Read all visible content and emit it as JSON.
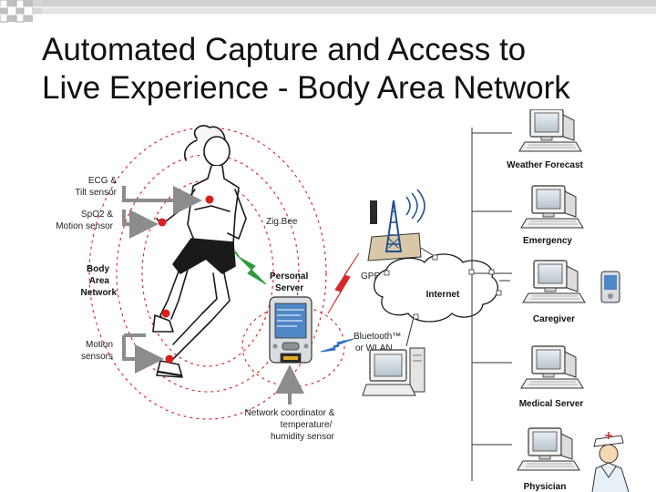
{
  "slide": {
    "title_line1": "Automated Capture and Access to",
    "title_line2": "Live Experience - Body Area Network"
  },
  "diagram": {
    "body_labels": {
      "ecg": [
        "ECG &",
        "Tilt sensor"
      ],
      "spo2": [
        "SpO2 &",
        "Motion sensor"
      ],
      "ban": [
        "Body",
        "Area",
        "Network"
      ],
      "motion": [
        "Motion",
        "sensors"
      ]
    },
    "zigbee": "Zig.Bee",
    "personal_server": [
      "Personal",
      "Server"
    ],
    "gprs": "GPRS",
    "bluetooth": [
      "Bluetooth™",
      "or WLAN"
    ],
    "coordinator": [
      "Network coordinator &",
      "temperature/",
      "humidity sensor"
    ],
    "internet": "Internet",
    "stations": [
      "Weather Forecast",
      "Emergency",
      "Caregiver",
      "Medical Server",
      "Physician"
    ]
  },
  "colors": {
    "title": "#111111",
    "deco_gray": "#c8c8c8",
    "link_green": "#2e9a3a",
    "link_red": "#d62828",
    "link_blue": "#2a6fc9",
    "sensor_red": "#d81e1e"
  }
}
